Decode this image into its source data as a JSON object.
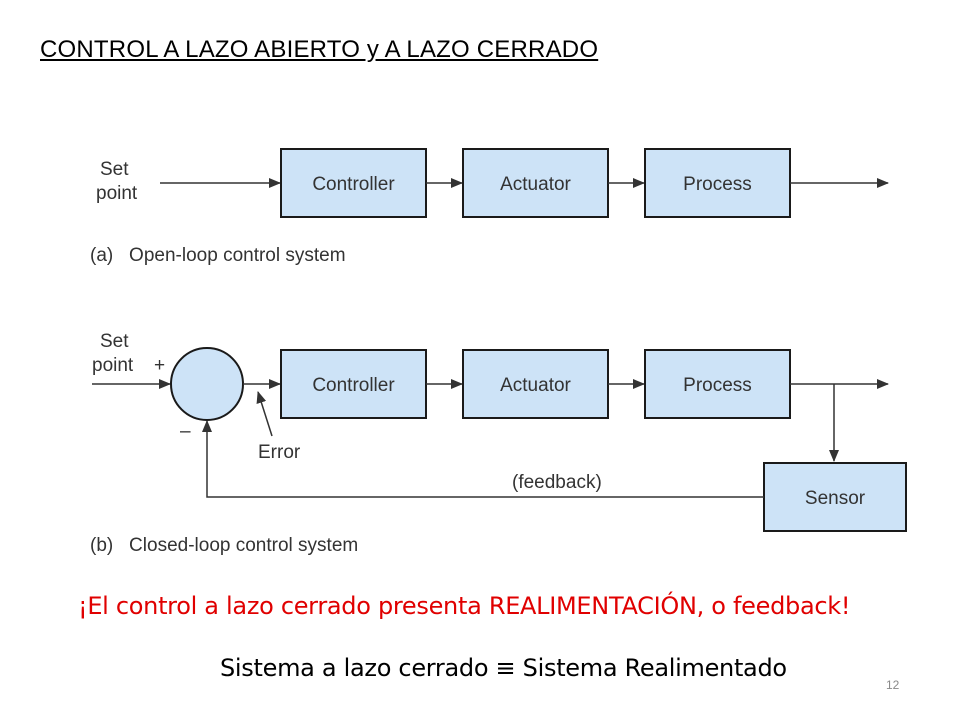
{
  "slide": {
    "title": "CONTROL  A LAZO ABIERTO y A LAZO CERRADO",
    "page_number": "12"
  },
  "open_loop": {
    "input_line1": "Set",
    "input_line2": "point",
    "blocks": [
      "Controller",
      "Actuator",
      "Process"
    ],
    "caption": "(a)   Open-loop control system"
  },
  "closed_loop": {
    "input_line1": "Set",
    "input_line2": "point",
    "plus_sign": "+",
    "minus_sign": "–",
    "blocks": [
      "Controller",
      "Actuator",
      "Process"
    ],
    "sensor_block": "Sensor",
    "error_label": "Error",
    "feedback_label": "(feedback)",
    "caption": "(b)   Closed-loop control system"
  },
  "notes": {
    "highlight": "¡El control a lazo cerrado  presenta REALIMENTACIÓN, o feedback!",
    "equivalence": "Sistema a lazo cerrado ≡ Sistema Realimentado",
    "highlight_color": "#e00000"
  },
  "colors": {
    "block_fill": "#cde3f7",
    "block_stroke": "#1a1a1a"
  }
}
